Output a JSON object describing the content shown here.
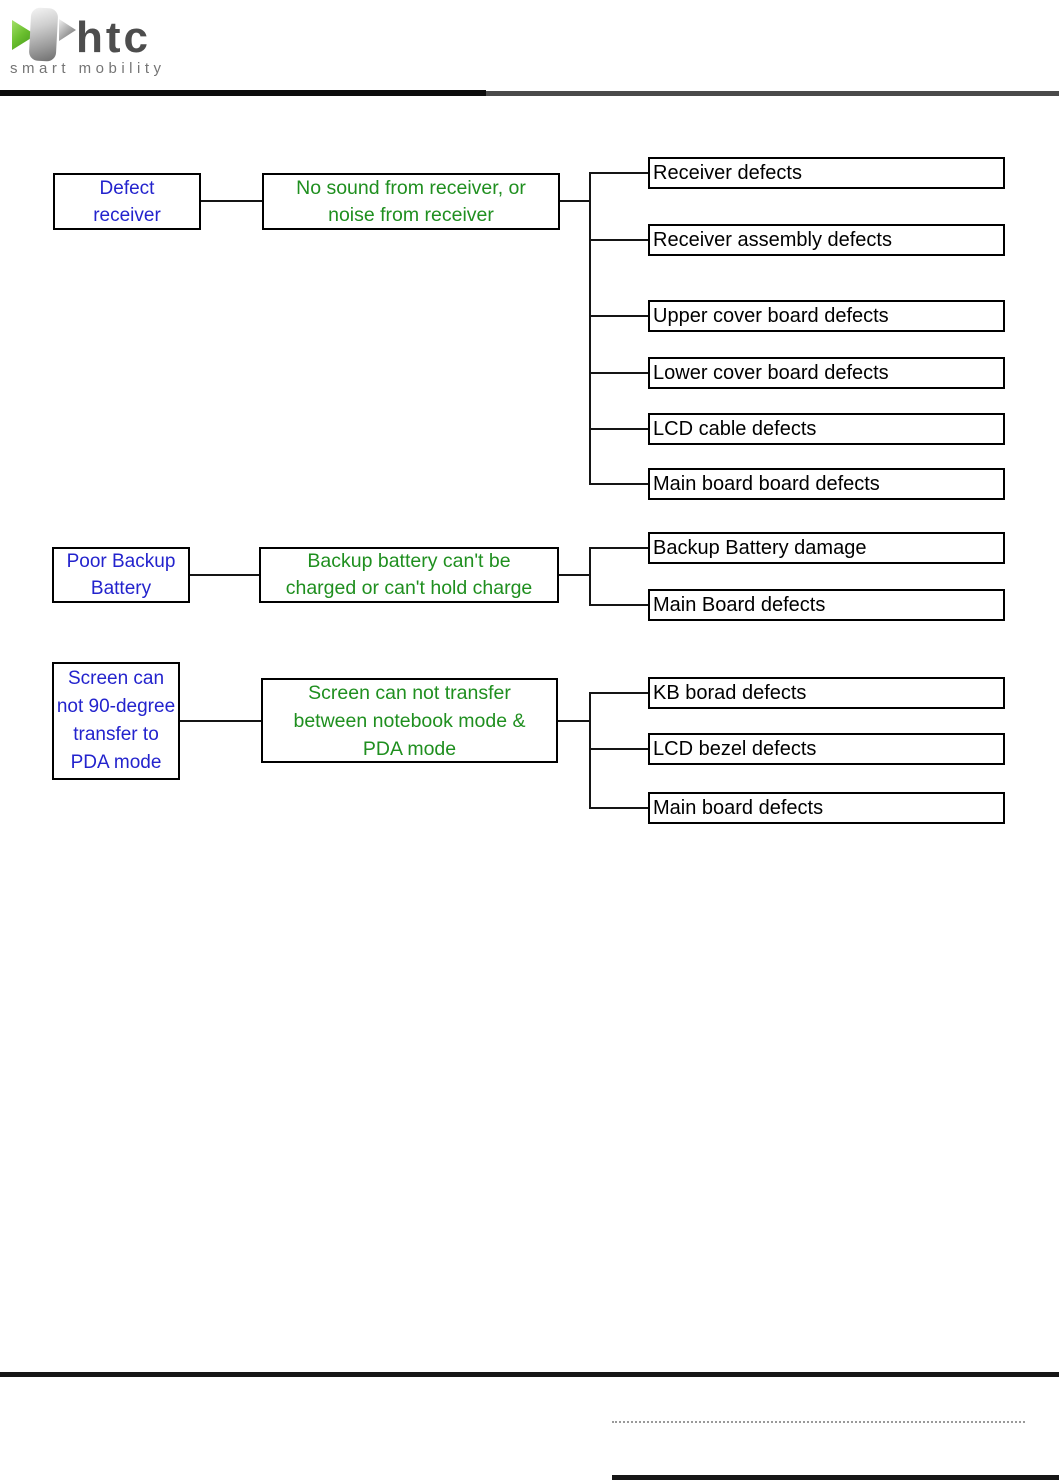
{
  "logo": {
    "brand": "htc",
    "tagline": "smart mobility"
  },
  "colors": {
    "cause_text": "#2323cd",
    "symptom_text": "#1f8f1f",
    "defect_text": "#000000",
    "logo_green": "#6abf2e",
    "logo_gray": "#9c9c9c",
    "brand_text": "#4d4d4d",
    "tagline_text": "#757575"
  },
  "flowchart": {
    "rows": [
      {
        "cause": "Defect receiver",
        "cause_lines": [
          "Defect",
          "receiver"
        ],
        "symptom": "No sound from receiver, or noise from receiver",
        "symptom_lines": [
          "No sound from receiver, or",
          "noise from receiver"
        ],
        "defects": [
          "Receiver defects",
          "Receiver assembly defects",
          "Upper cover board defects",
          "Lower cover board defects",
          "LCD cable defects",
          "Main board board defects"
        ]
      },
      {
        "cause": "Poor Backup Battery",
        "cause_lines": [
          "Poor Backup",
          "Battery"
        ],
        "symptom": "Backup battery can't be charged or can't hold charge",
        "symptom_lines": [
          "Backup battery can't be",
          "charged or can't hold charge"
        ],
        "defects": [
          "Backup Battery damage",
          "Main Board defects"
        ]
      },
      {
        "cause": "Screen can not 90-degree transfer to PDA mode",
        "cause_lines": [
          "Screen can",
          "not 90-degree",
          "transfer to",
          "PDA mode"
        ],
        "symptom": "Screen can not transfer between notebook mode & PDA mode",
        "symptom_lines": [
          "Screen can not transfer",
          "between notebook mode &",
          "PDA mode"
        ],
        "defects": [
          "KB borad defects",
          "LCD bezel defects",
          "Main board defects"
        ]
      }
    ]
  }
}
